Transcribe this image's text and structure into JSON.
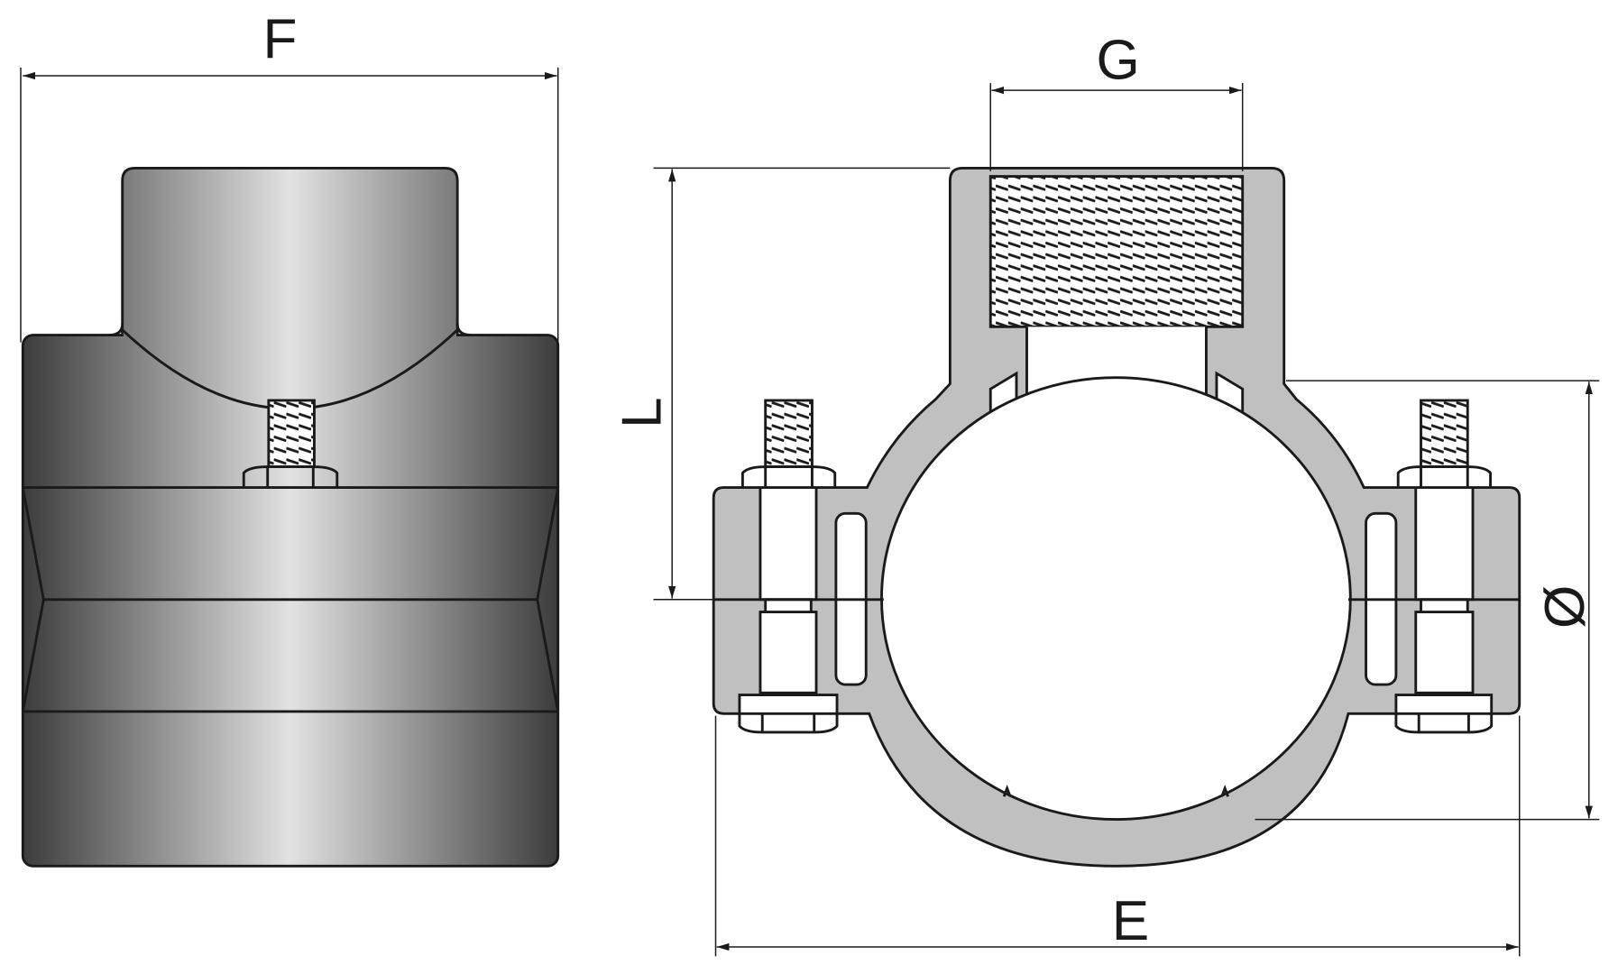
{
  "labels": {
    "width_total": "F",
    "outlet_thread": "G",
    "height": "L",
    "pipe_diameter": "Ø",
    "clamp_width": "E"
  },
  "colors": {
    "body_gray": "#c0c0c0",
    "gradient_dark": "#3c3c3c",
    "gradient_light": "#e2e2e2",
    "line": "#1a1a1a"
  }
}
